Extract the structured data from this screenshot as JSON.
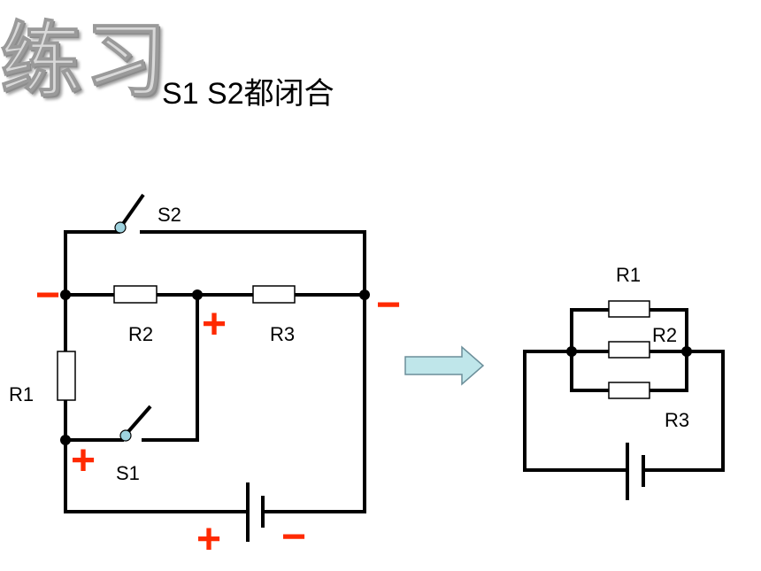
{
  "heading": "练习",
  "subtitle": "S1 S2都闭合",
  "left_circuit": {
    "labels": {
      "s2": "S2",
      "s1": "S1",
      "r1": "R1",
      "r2": "R2",
      "r3": "R3"
    },
    "signs": {
      "minus": "−",
      "plus": "+"
    }
  },
  "right_circuit": {
    "labels": {
      "r1": "R1",
      "r2": "R2",
      "r3": "R3"
    }
  },
  "colors": {
    "wire": "#000000",
    "sign": "#ff2a00",
    "arrow_fill": "#bfe6ea",
    "arrow_stroke": "#6b8e99",
    "switch_contact": "#9fd3df"
  }
}
